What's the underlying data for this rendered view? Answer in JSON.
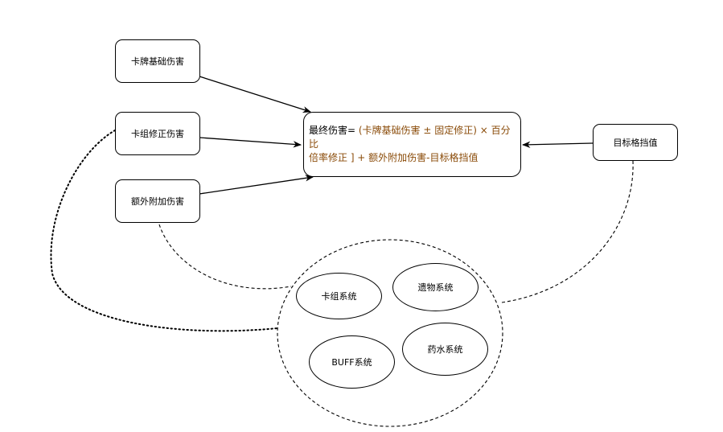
{
  "nodes": {
    "base_damage": "卡牌基础伤害",
    "deck_modifier": "卡组修正伤害",
    "extra_damage": "额外附加伤害",
    "target_block": "目标格挡值"
  },
  "formula": {
    "prefix": "最终伤害=",
    "body_line1": " (卡牌基础伤害 ± 固定修正) × 百分比",
    "body_line2": "倍率修正 ] + 额外附加伤害-目标格挡值"
  },
  "systems": {
    "deck": "卡组系统",
    "relic": "遗物系统",
    "buff": "BUFF系统",
    "potion": "药水系统"
  },
  "colors": {
    "text_highlight": "#8a4b08",
    "stroke": "#000000"
  }
}
